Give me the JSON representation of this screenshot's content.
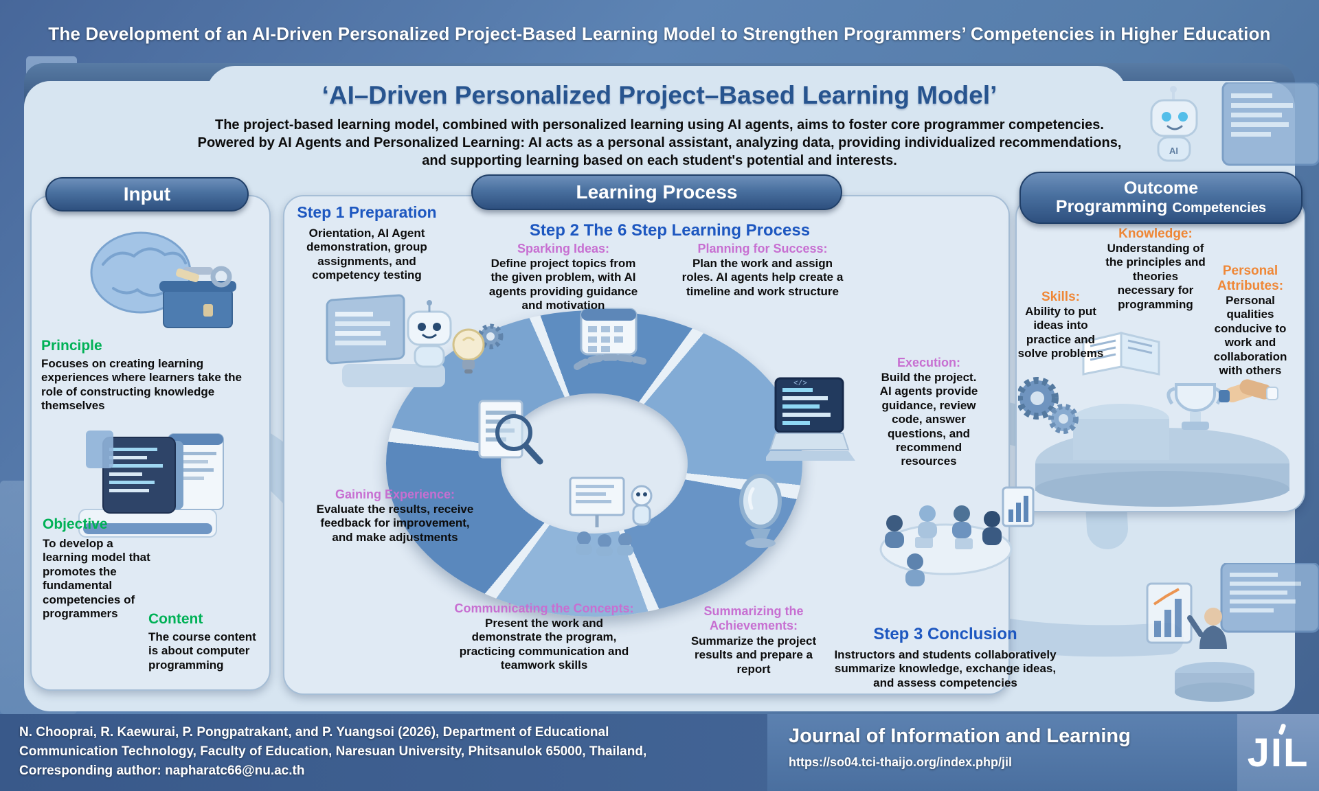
{
  "title": "The Development of an AI-Driven Personalized Project-Based Learning Model to Strengthen Programmers’ Competencies in Higher Education",
  "model": {
    "heading": "‘AI–Driven Personalized Project–Based Learning Model’",
    "desc": [
      "The project-based learning model, combined with personalized learning using AI agents, aims to foster core programmer competencies.",
      "Powered by AI Agents and Personalized Learning: AI acts as a personal assistant, analyzing data, providing individualized recommendations,",
      "and supporting learning based on each student's potential and interests."
    ]
  },
  "input": {
    "header": "Input",
    "items": [
      {
        "label": "Principle",
        "text": "Focuses on creating learning experiences where learners take the role of constructing knowledge themselves"
      },
      {
        "label": "Objective",
        "text": "To develop a learning model that promotes the fundamental competencies of programmers"
      },
      {
        "label": "Content",
        "text": "The course content is about computer programming"
      }
    ]
  },
  "process": {
    "header": "Learning Process",
    "step1": {
      "title": "Step 1 Preparation",
      "text": "Orientation, AI Agent demonstration, group assignments, and competency testing"
    },
    "step2": {
      "title": "Step 2 The 6 Step Learning Process",
      "substeps": [
        {
          "label": "Sparking Ideas:",
          "text": "Define project topics from the given problem, with AI agents providing guidance and motivation"
        },
        {
          "label": "Planning for Success:",
          "text": "Plan the work and assign roles. AI agents help create a timeline and work structure"
        },
        {
          "label": "Execution:",
          "text": "Build the project. AI agents provide guidance, review code, answer questions, and recommend resources"
        },
        {
          "label": "Gaining Experience:",
          "text": "Evaluate the results, receive feedback for improvement, and make adjustments"
        },
        {
          "label": "Communicating the Concepts:",
          "text": "Present the work and demonstrate the program, practicing communication and teamwork skills"
        },
        {
          "label": "Summarizing the Achievements:",
          "text": "Summarize the project results and prepare a report"
        }
      ]
    },
    "step3": {
      "title": "Step 3 Conclusion",
      "text": "Instructors and students collaboratively summarize knowledge, exchange ideas, and assess competencies"
    }
  },
  "outcome": {
    "header_line1": "Outcome",
    "header_line2_a": "Programming",
    "header_line2_b": "Competencies",
    "items": [
      {
        "label": "Knowledge:",
        "text": "Understanding of the principles and theories necessary for programming"
      },
      {
        "label": "Skills:",
        "text": "Ability to put ideas into practice and solve problems"
      },
      {
        "label": "Personal Attributes:",
        "text": "Personal qualities conducive to work and collaboration with others"
      }
    ]
  },
  "footer": {
    "author_lines": [
      "N. Chooprai, R. Kaewurai, P. Pongpatrakant, and P. Yuangsoi (2026), Department of Educational",
      "Communication Technology, Faculty of Education, Naresuan University, Phitsanulok 65000, Thailand,",
      "Corresponding author: napharatc66@nu.ac.th"
    ],
    "journal": "Journal of Information and Learning",
    "url": "https://so04.tci-thaijo.org/index.php/jil",
    "logo": "JIL"
  },
  "colors": {
    "step_blue": "#1d57c0",
    "substep_pink": "#c76fd1",
    "input_green": "#00b156",
    "outcome_orange": "#ef8736",
    "panel_bg": "#e0eaf4",
    "pill_dark": "#2f5181",
    "footer_bg": "#3e5f8f"
  },
  "illustrations": [
    "brain-toolbox",
    "code-windows",
    "ai-robot-screen",
    "lightbulb-gear",
    "calendar-plan",
    "laptop-code",
    "magnifier-document",
    "presentation-robot",
    "mirror",
    "team-table",
    "gears",
    "book-pedestal",
    "trophy",
    "handshake",
    "robot-head",
    "monitor",
    "person-chart",
    "buildings"
  ]
}
